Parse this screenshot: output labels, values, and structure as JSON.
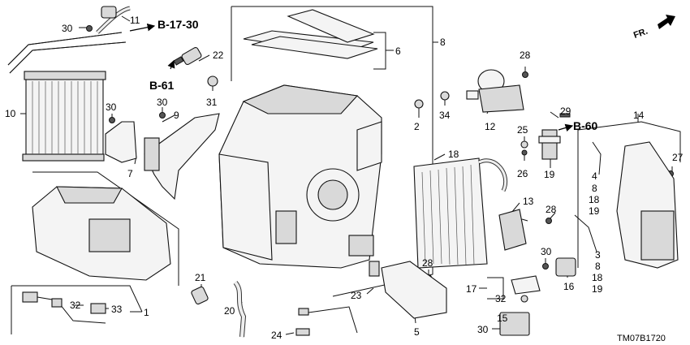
{
  "callouts": {
    "c1": "1",
    "c2": "2",
    "c3": "3",
    "c4": "4",
    "c5": "5",
    "c6": "6",
    "c7": "7",
    "c8": "8",
    "c9": "9",
    "c10": "10",
    "c11": "11",
    "c12": "12",
    "c13": "13",
    "c14": "14",
    "c15": "15",
    "c16": "16",
    "c17": "17",
    "c18": "18",
    "c19": "19",
    "c20": "20",
    "c21": "21",
    "c22": "22",
    "c23": "23",
    "c24": "24",
    "c25": "25",
    "c26": "26",
    "c27": "27",
    "c28a": "28",
    "c28b": "28",
    "c28c": "28",
    "c29": "29",
    "c30a": "30",
    "c30b": "30",
    "c30c": "30",
    "c30d": "30",
    "c30e": "30",
    "c31": "31",
    "c32a": "32",
    "c32b": "32",
    "c33": "33",
    "c34": "34",
    "g1_4": "4",
    "g1_8": "8",
    "g1_18": "18",
    "g1_19": "19",
    "g2_3": "3",
    "g2_8": "8",
    "g2_18": "18",
    "g2_19": "19"
  },
  "references": {
    "b17_30": "B-17-30",
    "b61": "B-61",
    "b60": "B-60"
  },
  "direction": {
    "label": "FR."
  },
  "diagram_code": "TM07B1720"
}
